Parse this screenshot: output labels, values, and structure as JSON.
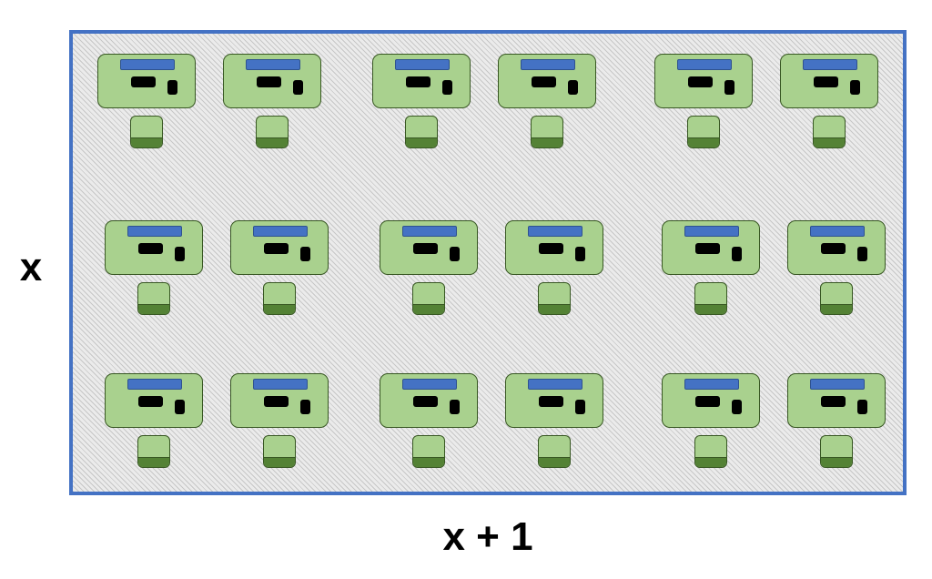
{
  "diagram": {
    "dimension_labels": {
      "height": "x",
      "width": "x + 1"
    },
    "layout": {
      "rows": 3,
      "columns": 6,
      "grouping": "pairs"
    },
    "colors": {
      "room_border": "#4472c4",
      "room_fill": "#e6e6e6",
      "desk_fill": "#a9d18e",
      "desk_outline": "#385723",
      "monitor_fill": "#4472c4",
      "peripherals": "#000000",
      "chair_back": "#548235"
    },
    "workstation_parts": [
      "desk",
      "monitor",
      "keyboard",
      "mouse",
      "chair"
    ]
  }
}
